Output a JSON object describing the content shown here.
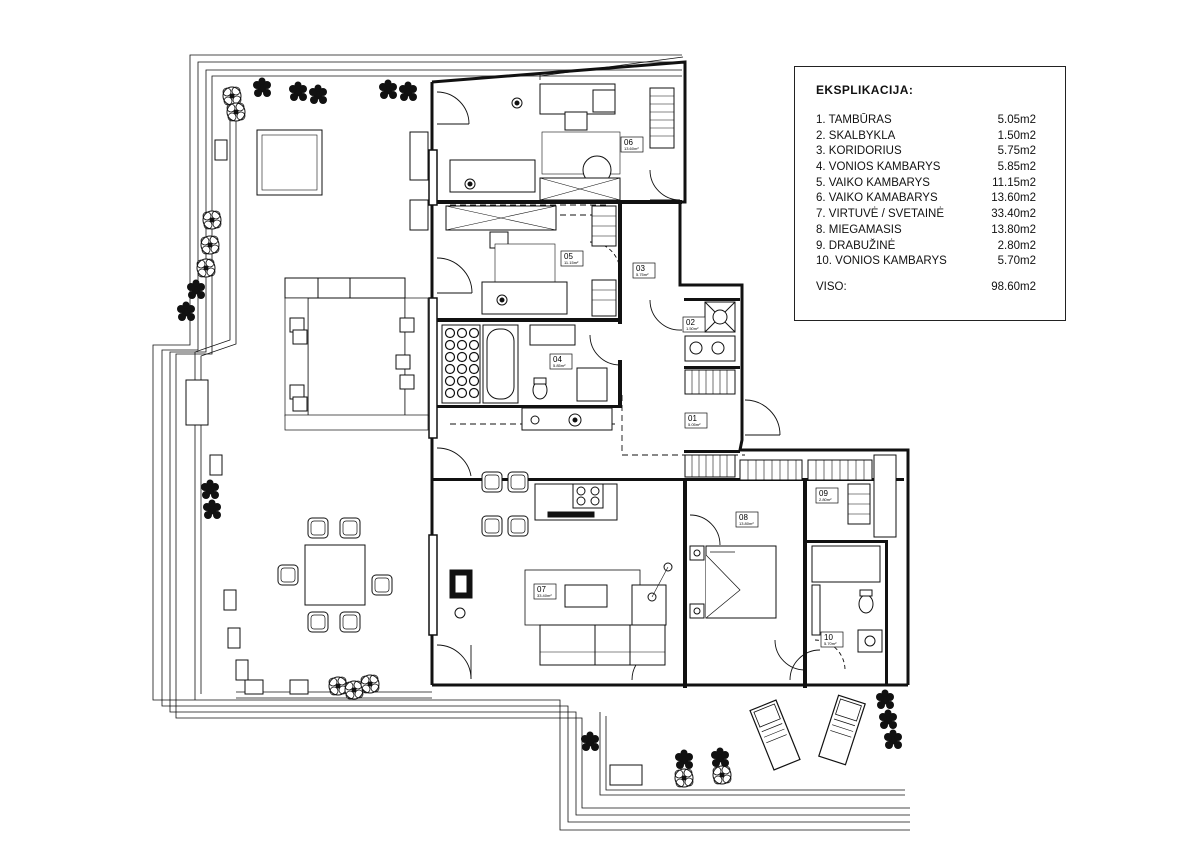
{
  "legend": {
    "title": "EKSPLIKACIJA:",
    "rooms": [
      {
        "name": "1. TAMBŪRAS",
        "area": "5.05m2"
      },
      {
        "name": "2. SKALBYKLA",
        "area": "1.50m2"
      },
      {
        "name": "3. KORIDORIUS",
        "area": "5.75m2"
      },
      {
        "name": "4. VONIOS KAMBARYS",
        "area": "5.85m2"
      },
      {
        "name": "5. VAIKO KAMBARYS",
        "area": "11.15m2"
      },
      {
        "name": "6. VAIKO KAMABARYS",
        "area": "13.60m2"
      },
      {
        "name": "7. VIRTUVĖ / SVETAINĖ",
        "area": "33.40m2"
      },
      {
        "name": "8. MIEGAMASIS",
        "area": "13.80m2"
      },
      {
        "name": "9. DRABUŽINĖ",
        "area": "2.80m2"
      },
      {
        "name": "10. VONIOS KAMBARYS",
        "area": "5.70m2"
      }
    ],
    "total_label": "VISO:",
    "total_area": "98.60m2"
  },
  "room_tags": [
    {
      "num": "01",
      "area": "5.05m²"
    },
    {
      "num": "02",
      "area": "1.50m²"
    },
    {
      "num": "03",
      "area": "5.75m²"
    },
    {
      "num": "04",
      "area": "5.85m²"
    },
    {
      "num": "05",
      "area": "11.15m²"
    },
    {
      "num": "06",
      "area": "13.60m²"
    },
    {
      "num": "07",
      "area": "33.40m²"
    },
    {
      "num": "08",
      "area": "13.80m²"
    },
    {
      "num": "09",
      "area": "2.80m²"
    },
    {
      "num": "10",
      "area": "5.70m²"
    }
  ],
  "colors": {
    "line": "#111111",
    "background": "#ffffff"
  }
}
